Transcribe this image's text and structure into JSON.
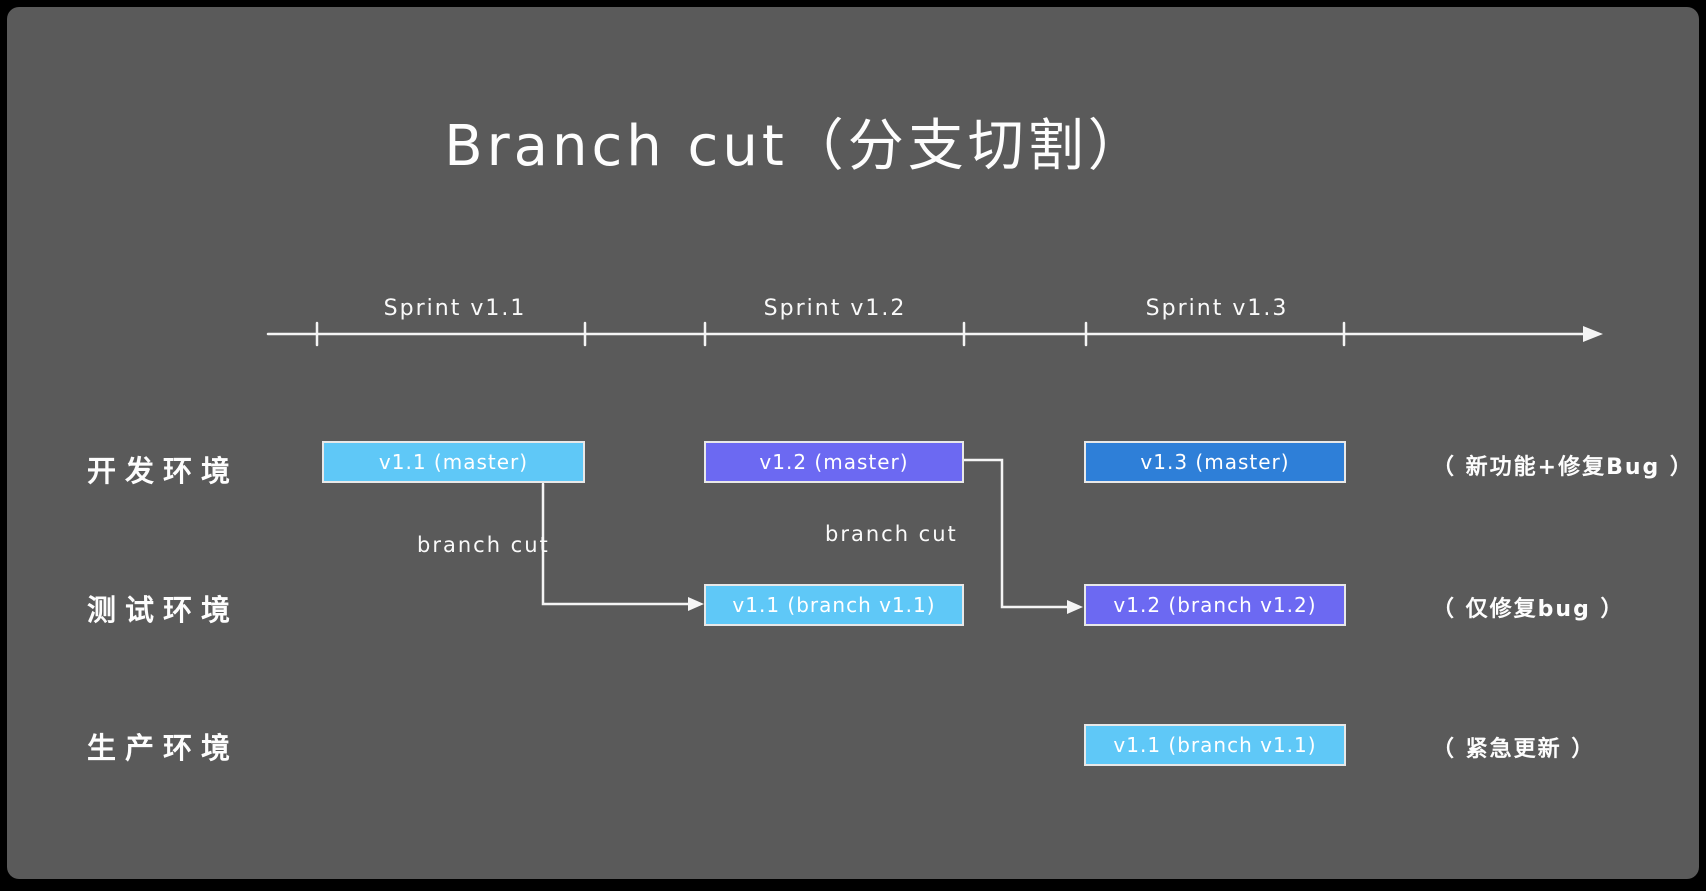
{
  "title": "Branch cut（分支切割）",
  "colors": {
    "background": "#5a5a5a",
    "frame": "#000000",
    "stroke": "#f5f5f5",
    "box_border": "#e8e8e8",
    "light_blue": "#5fc8f7",
    "purple": "#6c69f2",
    "blue": "#2e7fd8"
  },
  "timeline": {
    "sprints": [
      {
        "label": "Sprint v1.1"
      },
      {
        "label": "Sprint v1.2"
      },
      {
        "label": "Sprint v1.3"
      }
    ]
  },
  "rows": [
    {
      "label": "开发环境",
      "annotation": "（ 新功能+修复Bug ）"
    },
    {
      "label": "测试环境",
      "annotation": "（ 仅修复bug ）"
    },
    {
      "label": "生产环境",
      "annotation": "（ 紧急更新 ）"
    }
  ],
  "boxes": [
    {
      "id": "dev-v1.1",
      "label": "v1.1 (master)",
      "fill": "light_blue"
    },
    {
      "id": "dev-v1.2",
      "label": "v1.2 (master)",
      "fill": "purple"
    },
    {
      "id": "dev-v1.3",
      "label": "v1.3 (master)",
      "fill": "blue"
    },
    {
      "id": "test-v1.1",
      "label": "v1.1 (branch v1.1)",
      "fill": "light_blue"
    },
    {
      "id": "test-v1.2",
      "label": "v1.2 (branch v1.2)",
      "fill": "purple"
    },
    {
      "id": "prod-v1.1",
      "label": "v1.1 (branch v1.1)",
      "fill": "light_blue"
    }
  ],
  "branch_cut_labels": [
    {
      "text": "branch cut"
    },
    {
      "text": "branch cut"
    }
  ]
}
